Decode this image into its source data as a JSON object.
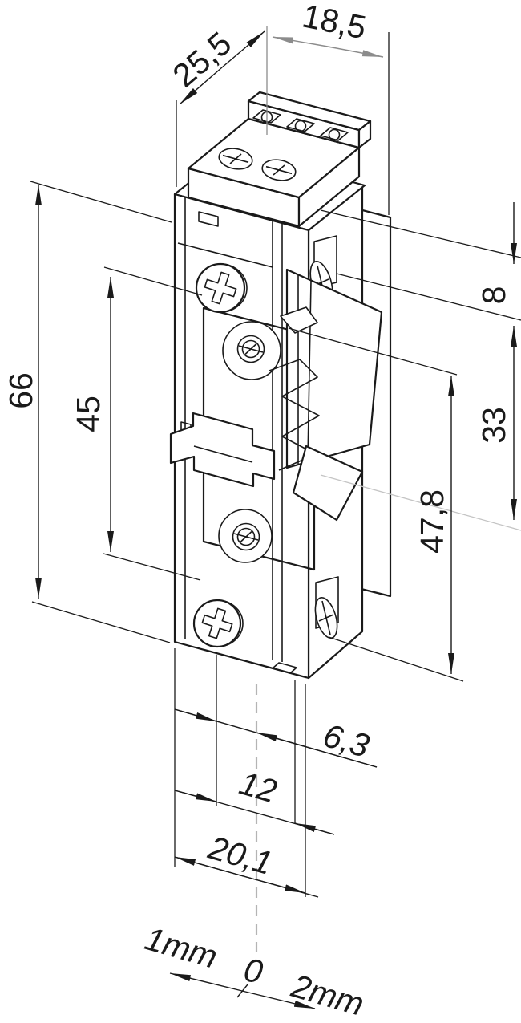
{
  "drawing": {
    "subject": "electric-door-strike-dimension-drawing",
    "view": "isometric",
    "units_shown": "mm"
  },
  "dimensions": {
    "d25_5": {
      "value": "25,5"
    },
    "d18_5": {
      "value": "18,5"
    },
    "d66": {
      "value": "66"
    },
    "d45": {
      "value": "45"
    },
    "d8": {
      "value": "8"
    },
    "d33": {
      "value": "33"
    },
    "d47_8": {
      "value": "47,8"
    },
    "d6_3": {
      "value": "6,3"
    },
    "d12": {
      "value": "12"
    },
    "d20_1": {
      "value": "20,1"
    }
  },
  "adjustment": {
    "min": "1mm",
    "zero": "0",
    "max": "2mm"
  },
  "colors": {
    "line": "#1a1a1a",
    "dim_gray": "#8c8c8c",
    "light_gray": "#c4c4c4",
    "dashed_centerline": "#b4b4b4",
    "background": "#ffffff"
  }
}
